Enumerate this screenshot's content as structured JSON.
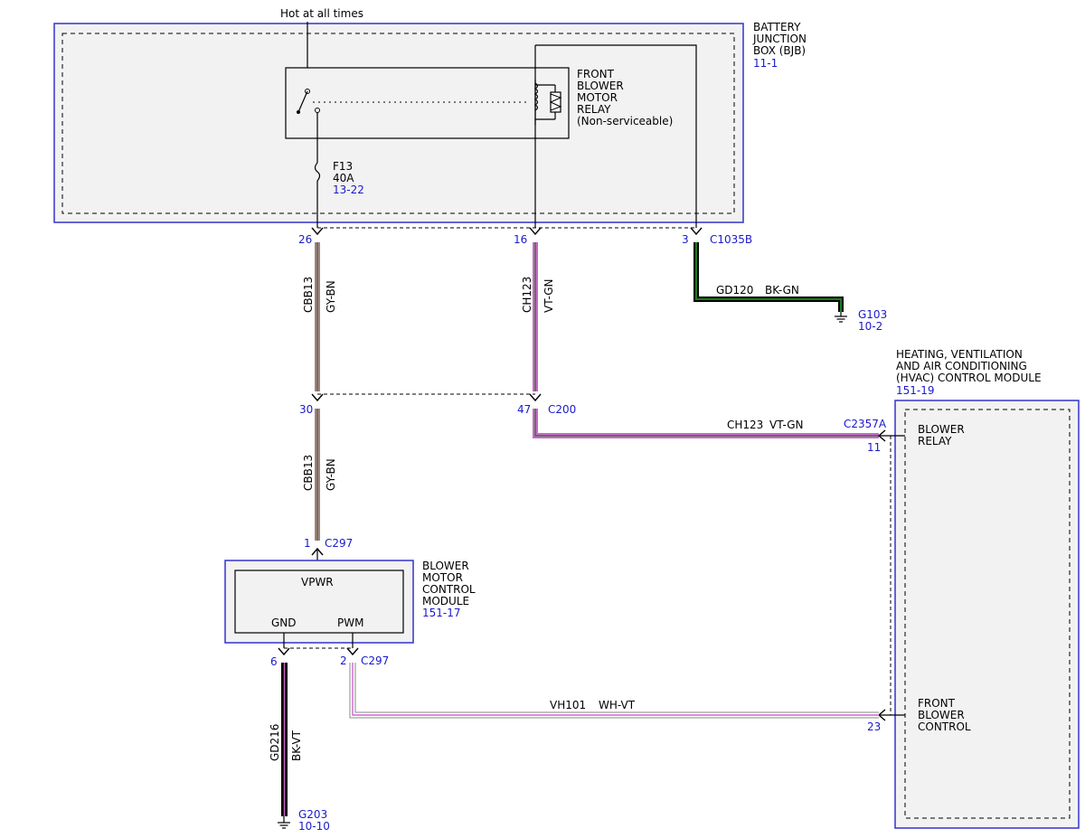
{
  "top_note": "Hot at all times",
  "bjb": {
    "title_lines": [
      "BATTERY",
      "JUNCTION",
      "BOX (BJB)"
    ],
    "ref": "11-1",
    "relay_lines": [
      "FRONT",
      "BLOWER",
      "MOTOR",
      "RELAY",
      "(Non-serviceable)"
    ],
    "fuse_name": "F13",
    "fuse_rating": "40A",
    "fuse_ref": "13-22",
    "pins": [
      "26",
      "16",
      "3"
    ],
    "connector": "C1035B"
  },
  "ground_g103": {
    "circuit": "GD120",
    "color": "BK-GN",
    "name": "G103",
    "ref": "10-2"
  },
  "wire_cbb13_upper": {
    "circuit": "CBB13",
    "color": "GY-BN"
  },
  "wire_ch123_upper": {
    "circuit": "CH123",
    "color": "VT-GN"
  },
  "c200": {
    "pin_left": "30",
    "pin_right": "47",
    "connector": "C200"
  },
  "wire_cbb13_lower": {
    "circuit": "CBB13",
    "color": "GY-BN"
  },
  "hvac": {
    "title_lines": [
      "HEATING, VENTILATION",
      "AND AIR CONDITIONING",
      "(HVAC) CONTROL MODULE"
    ],
    "ref": "151-19",
    "connector": "C2357A",
    "blower_relay_lines": [
      "BLOWER",
      "RELAY"
    ],
    "pin_blower_relay": "11",
    "front_blower_lines": [
      "FRONT",
      "BLOWER",
      "CONTROL"
    ],
    "pin_front_blower": "23"
  },
  "wire_ch123_hvac": {
    "circuit": "CH123",
    "color": "VT-GN"
  },
  "bmcm": {
    "pin_top": "1",
    "connector_top": "C297",
    "title_lines": [
      "BLOWER",
      "MOTOR",
      "CONTROL",
      "MODULE"
    ],
    "ref": "151-17",
    "vpwr": "VPWR",
    "gnd": "GND",
    "pwm": "PWM",
    "pin_gnd": "6",
    "pin_pwm": "2",
    "connector_bottom": "C297"
  },
  "wire_vh101": {
    "circuit": "VH101",
    "color": "WH-VT"
  },
  "wire_gd216": {
    "circuit": "GD216",
    "color": "BK-VT"
  },
  "ground_g203": {
    "name": "G203",
    "ref": "10-10"
  },
  "colors": {
    "module_border": "#3333cc",
    "module_fill": "#f2f2f2",
    "ref_text": "#1a1acc",
    "gy": "#8c8c8c",
    "bn": "#a0522d",
    "vt": "#cc66cc",
    "gn": "#1a7a1a",
    "bk": "#000000",
    "wh": "#ffffff"
  }
}
